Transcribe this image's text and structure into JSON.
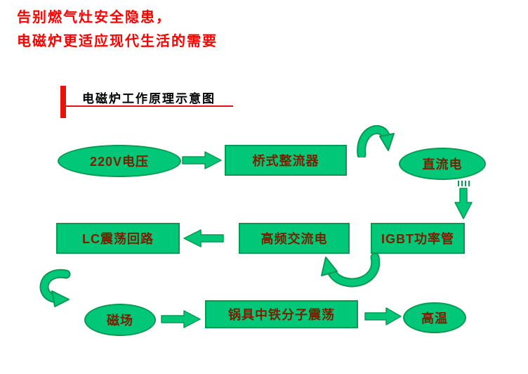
{
  "header": {
    "line1": "告别燃气灶安全隐患，",
    "line2": "电磁炉更适应现代生活的需要"
  },
  "section": {
    "title": "电磁炉工作原理示意图"
  },
  "nodes": {
    "voltage": "220V电压",
    "rectifier": "桥式整流器",
    "dc": "直流电",
    "igbt": "IGBT功率管",
    "hfac": "高频交流电",
    "lc": "LC震荡回路",
    "magnetic": "磁场",
    "pot": "锅具中铁分子震荡",
    "heat": "高温"
  },
  "edges": [
    {
      "from": "220V电压",
      "to": "桥式整流器"
    },
    {
      "from": "桥式整流器",
      "to": "直流电"
    },
    {
      "from": "直流电",
      "to": "IGBT功率管"
    },
    {
      "from": "IGBT功率管",
      "to": "高频交流电"
    },
    {
      "from": "高频交流电",
      "to": "LC震荡回路"
    },
    {
      "from": "LC震荡回路",
      "to": "磁场"
    },
    {
      "from": "磁场",
      "to": "锅具中铁分子震荡"
    },
    {
      "from": "锅具中铁分子震荡",
      "to": "高温"
    }
  ],
  "colors": {
    "shape_fill": "#00c878",
    "shape_border": "#079a52",
    "shape_text": "#7a2000",
    "headline_red": "#ff0000",
    "accent_red": "#e8130c",
    "title_text": "#000000"
  }
}
